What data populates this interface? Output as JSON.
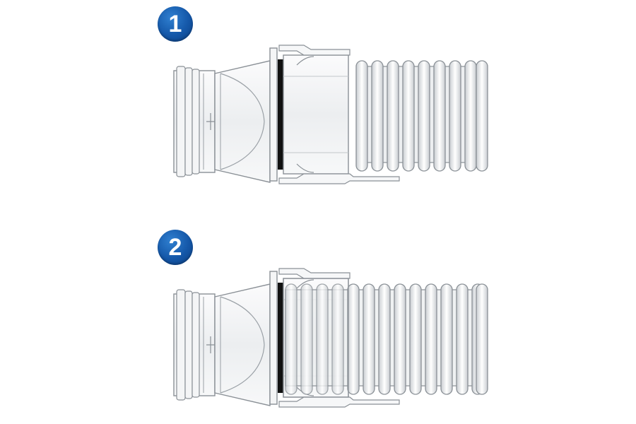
{
  "steps": [
    {
      "number": "1",
      "state": "hose-separated"
    },
    {
      "number": "2",
      "state": "hose-inserted"
    }
  ],
  "colors": {
    "badge": "#1457a8",
    "part_stroke": "#8a9096",
    "part_fill": "#f1f3f5",
    "hose_fill": "#e9ecef",
    "seal_band": "#111111"
  },
  "icons": [
    "coupling-connector",
    "corrugated-hose",
    "step-number-badge"
  ]
}
